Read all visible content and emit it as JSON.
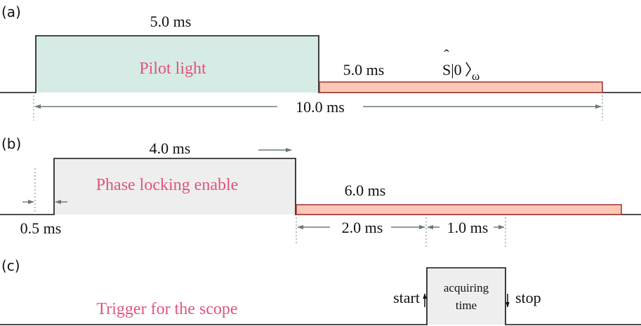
{
  "colors": {
    "pilot_fill": "#d6ebe5",
    "phase_fill": "#eeeeee",
    "salmon_fill": "#fbc8b6",
    "salmon_edge": "#a33a3a",
    "accent_text": "#e0557a",
    "dim_arrow": "#6a7f6a"
  },
  "panel_a": {
    "label": "(a)",
    "pilot_duration": "5.0 ms",
    "pilot_text": "Pilot light",
    "squeeze_duration": "5.0 ms",
    "state_label_main": "S|0",
    "state_label_hat": "ˆ",
    "state_label_rangle": "〉",
    "state_label_sub": "ω",
    "total_duration": "10.0 ms"
  },
  "panel_b": {
    "label": "(b)",
    "phase_duration": "4.0 ms",
    "phase_text": "Phase locking enable",
    "delay_duration": "0.5 ms",
    "rest_duration": "6.0 ms",
    "wait_duration": "2.0 ms",
    "acquire_duration": "1.0 ms"
  },
  "panel_c": {
    "label": "(c)",
    "trigger_text": "Trigger for the scope",
    "start_label": "start",
    "stop_label": "stop",
    "box_line1": "acquiring",
    "box_line2": "time"
  }
}
